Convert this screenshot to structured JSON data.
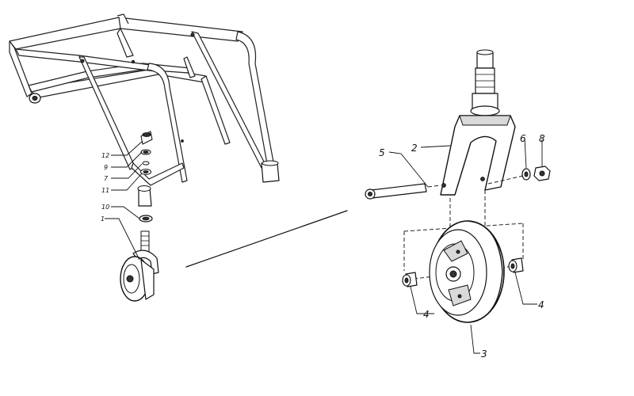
{
  "callouts": {
    "frame": [
      "12",
      "9",
      "7",
      "11",
      "10",
      "1"
    ],
    "detail": [
      "2",
      "5",
      "6",
      "8",
      "4",
      "4",
      "3"
    ]
  }
}
